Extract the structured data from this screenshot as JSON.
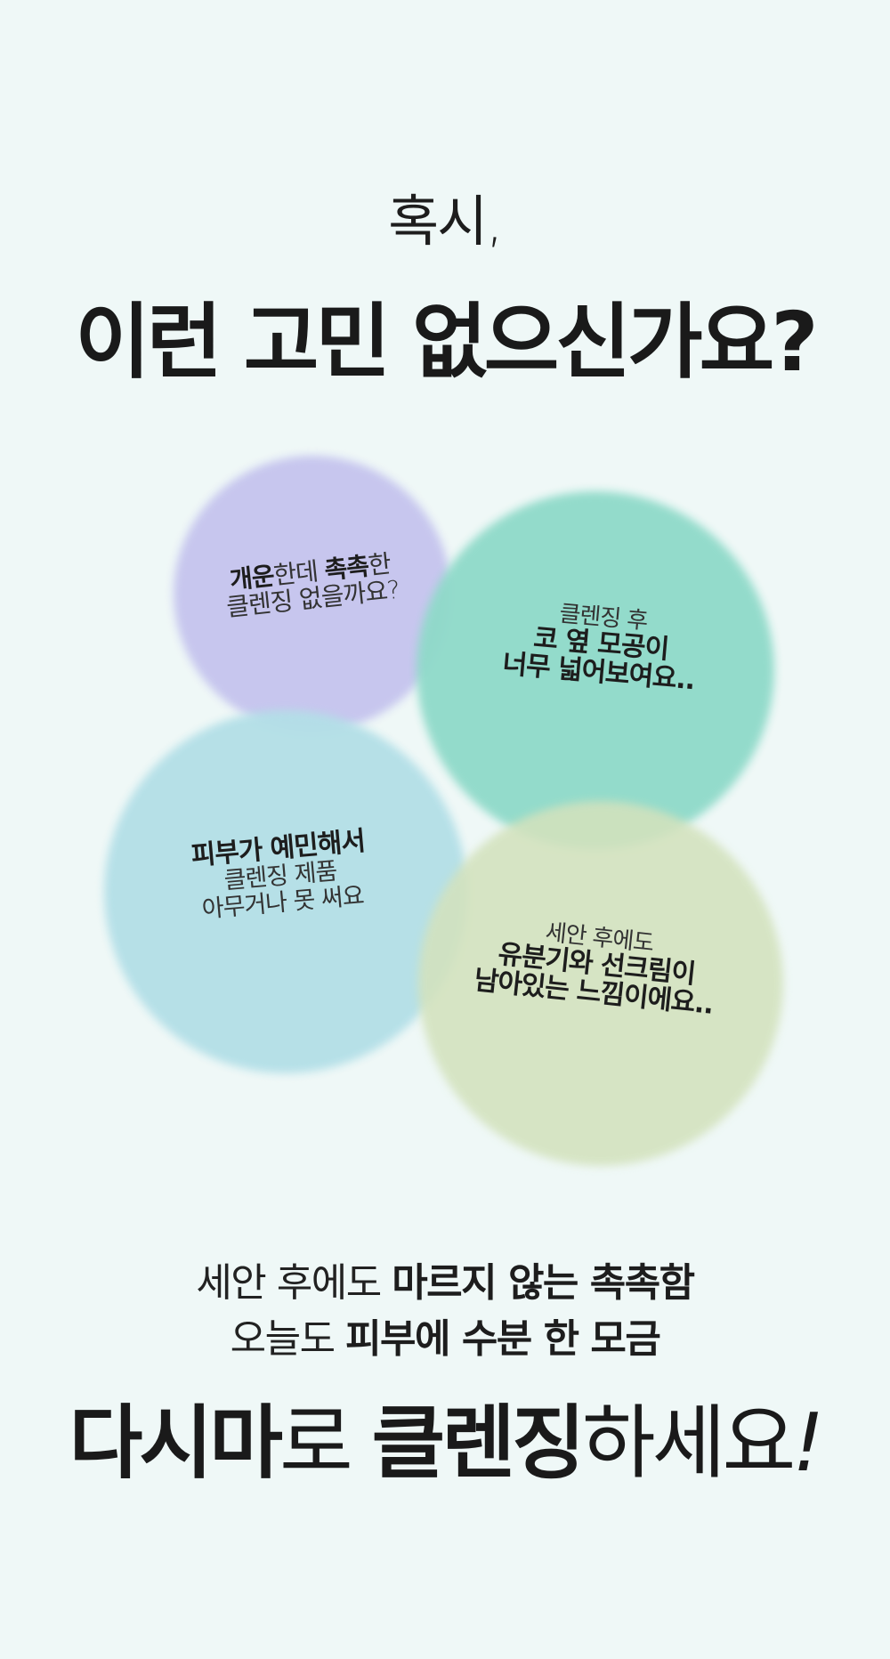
{
  "header": {
    "line1": "혹시,",
    "line2": "이런 고민 없으신가요?"
  },
  "bubbles": [
    {
      "id": "purple",
      "color": "#c5c4ee",
      "line1_bold_a": "개운",
      "line1_light_a": "한데 ",
      "line1_bold_b": "촉촉",
      "line1_light_b": "한",
      "line2": "클렌징 없을까요?"
    },
    {
      "id": "teal",
      "color": "#8fdac9",
      "line1": "클렌징 후",
      "line2": "코 옆 모공이",
      "line3": "너무 넓어보여요.."
    },
    {
      "id": "blue",
      "color": "#b3dfe7",
      "line1": "피부가 예민해서",
      "line2": "클렌징 제품",
      "line3": "아무거나 못 써요"
    },
    {
      "id": "green",
      "color": "#d3e2bd",
      "line1": "세안 후에도",
      "line2": "유분기와 선크림이",
      "line3": "남아있는 느낌이에요.."
    }
  ],
  "footer": {
    "line1_light": "세안 후에도 ",
    "line1_bold": "마르지 않는 촉촉함",
    "line2_light": "오늘도 ",
    "line2_bold": "피부에 수분 한 모금",
    "cta_bold_a": "다시마",
    "cta_light_a": "로 ",
    "cta_bold_b": "클렌징",
    "cta_light_b": "하세요",
    "cta_exclaim": "!"
  },
  "colors": {
    "background": "#eff8f7",
    "text": "#1a1a1a"
  }
}
